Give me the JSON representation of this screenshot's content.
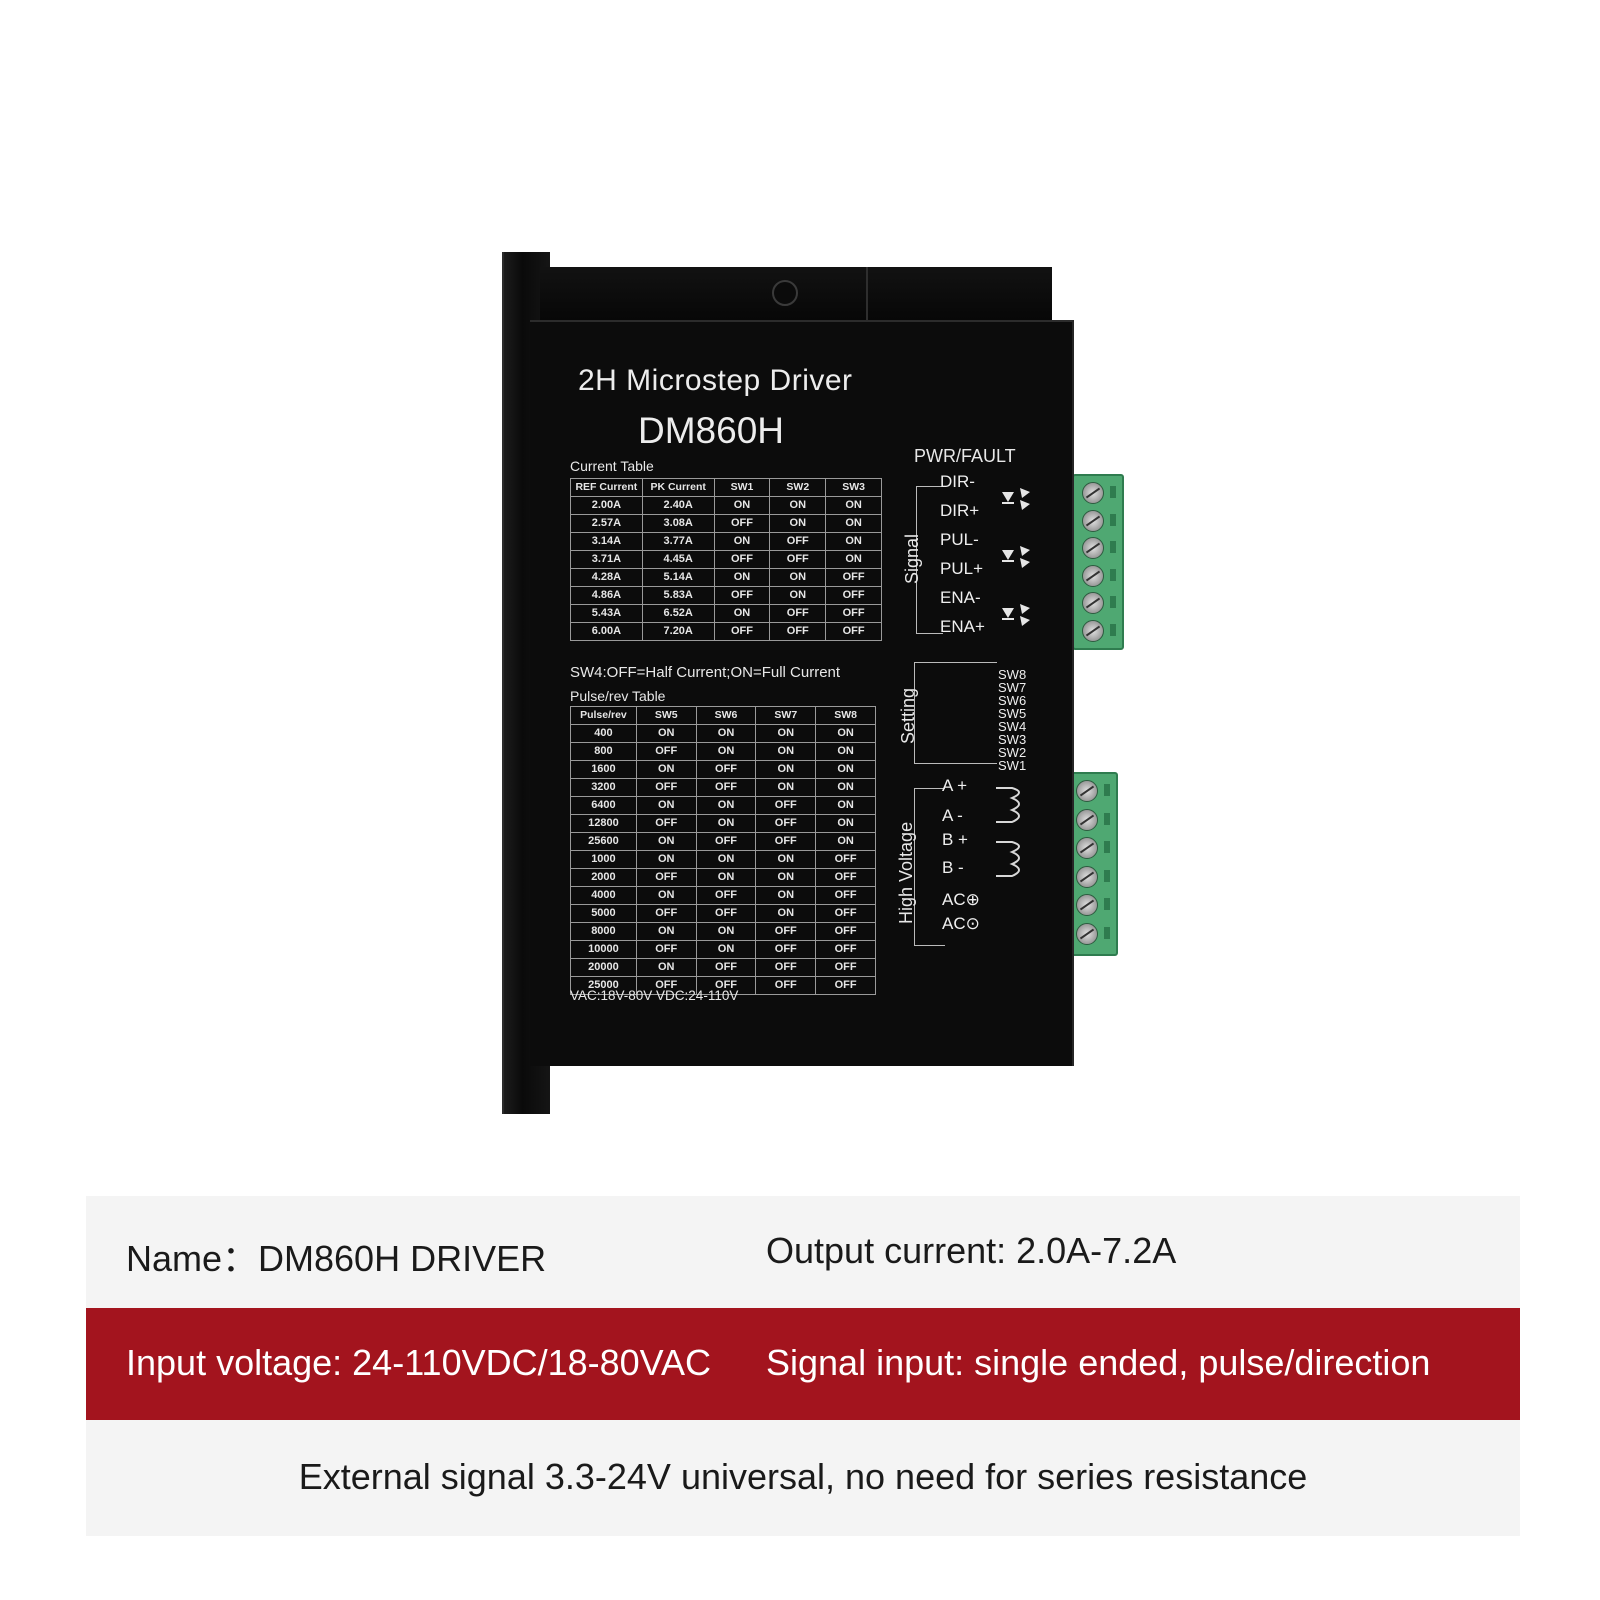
{
  "device": {
    "title": "2H Microstep Driver",
    "model": "DM860H",
    "current_table_label": "Current Table",
    "current_table": {
      "headers": [
        "REF Current",
        "PK Current",
        "SW1",
        "SW2",
        "SW3"
      ],
      "rows": [
        [
          "2.00A",
          "2.40A",
          "ON",
          "ON",
          "ON"
        ],
        [
          "2.57A",
          "3.08A",
          "OFF",
          "ON",
          "ON"
        ],
        [
          "3.14A",
          "3.77A",
          "ON",
          "OFF",
          "ON"
        ],
        [
          "3.71A",
          "4.45A",
          "OFF",
          "OFF",
          "ON"
        ],
        [
          "4.28A",
          "5.14A",
          "ON",
          "ON",
          "OFF"
        ],
        [
          "4.86A",
          "5.83A",
          "OFF",
          "ON",
          "OFF"
        ],
        [
          "5.43A",
          "6.52A",
          "ON",
          "OFF",
          "OFF"
        ],
        [
          "6.00A",
          "7.20A",
          "OFF",
          "OFF",
          "OFF"
        ]
      ]
    },
    "sw4_note": "SW4:OFF=Half Current;ON=Full Current",
    "pulse_table_label": "Pulse/rev Table",
    "pulse_table": {
      "headers": [
        "Pulse/rev",
        "SW5",
        "SW6",
        "SW7",
        "SW8"
      ],
      "rows": [
        [
          "400",
          "ON",
          "ON",
          "ON",
          "ON"
        ],
        [
          "800",
          "OFF",
          "ON",
          "ON",
          "ON"
        ],
        [
          "1600",
          "ON",
          "OFF",
          "ON",
          "ON"
        ],
        [
          "3200",
          "OFF",
          "OFF",
          "ON",
          "ON"
        ],
        [
          "6400",
          "ON",
          "ON",
          "OFF",
          "ON"
        ],
        [
          "12800",
          "OFF",
          "ON",
          "OFF",
          "ON"
        ],
        [
          "25600",
          "ON",
          "OFF",
          "OFF",
          "ON"
        ],
        [
          "1000",
          "ON",
          "ON",
          "ON",
          "OFF"
        ],
        [
          "2000",
          "OFF",
          "ON",
          "ON",
          "OFF"
        ],
        [
          "4000",
          "ON",
          "OFF",
          "ON",
          "OFF"
        ],
        [
          "5000",
          "OFF",
          "OFF",
          "ON",
          "OFF"
        ],
        [
          "8000",
          "ON",
          "ON",
          "OFF",
          "OFF"
        ],
        [
          "10000",
          "OFF",
          "ON",
          "OFF",
          "OFF"
        ],
        [
          "20000",
          "ON",
          "OFF",
          "OFF",
          "OFF"
        ],
        [
          "25000",
          "OFF",
          "OFF",
          "OFF",
          "OFF"
        ]
      ]
    },
    "voltage_note": "VAC:18V-80V VDC:24-110V",
    "pwr_fault_label": "PWR/FAULT",
    "signal_label": "Signal",
    "signal_terminals": [
      "DIR-",
      "DIR+",
      "PUL-",
      "PUL+",
      "ENA-",
      "ENA+"
    ],
    "setting_label": "Setting",
    "setting_switches": [
      "SW8",
      "SW7",
      "SW6",
      "SW5",
      "SW4",
      "SW3",
      "SW2",
      "SW1"
    ],
    "high_voltage_label": "High Voltage",
    "power_terminals": [
      "A +",
      "A -",
      "B +",
      "B -",
      "AC⊕",
      "AC⊙"
    ]
  },
  "specs": {
    "name": "Name：DM860H DRIVER",
    "output_current": "Output current:  2.0A-7.2A",
    "input_voltage": "Input voltage: 24-110VDC/18-80VAC",
    "signal_input": "Signal input: single ended, pulse/direction",
    "external_signal": "External signal 3.3-24V universal, no need for series resistance"
  },
  "colors": {
    "banner_red": "#a3141e",
    "panel_black": "#0c0c0c",
    "terminal_green": "#4fa872"
  }
}
